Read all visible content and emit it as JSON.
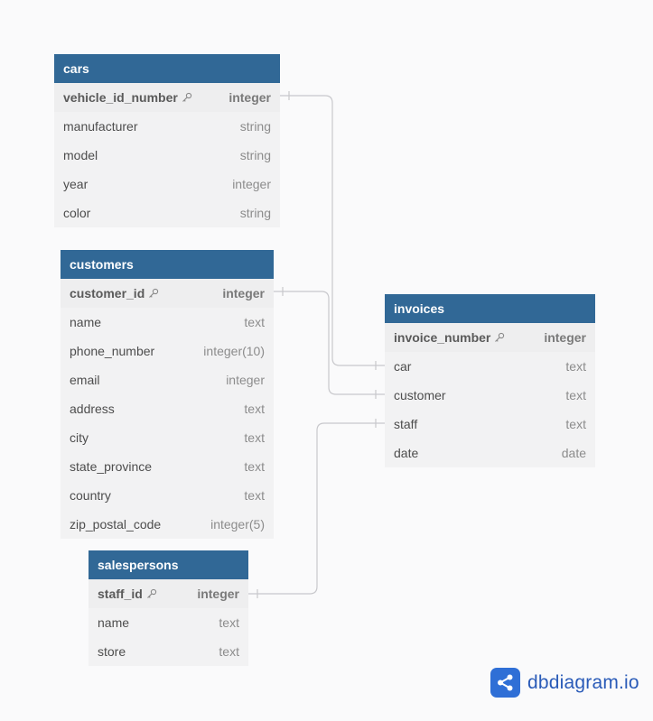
{
  "tables": {
    "cars": {
      "name": "cars",
      "fields": [
        {
          "name": "vehicle_id_number",
          "type": "integer",
          "pk": true
        },
        {
          "name": "manufacturer",
          "type": "string"
        },
        {
          "name": "model",
          "type": "string"
        },
        {
          "name": "year",
          "type": "integer"
        },
        {
          "name": "color",
          "type": "string"
        }
      ]
    },
    "customers": {
      "name": "customers",
      "fields": [
        {
          "name": "customer_id",
          "type": "integer",
          "pk": true
        },
        {
          "name": "name",
          "type": "text"
        },
        {
          "name": "phone_number",
          "type": "integer(10)"
        },
        {
          "name": "email",
          "type": "integer"
        },
        {
          "name": "address",
          "type": "text"
        },
        {
          "name": "city",
          "type": "text"
        },
        {
          "name": "state_province",
          "type": "text"
        },
        {
          "name": "country",
          "type": "text"
        },
        {
          "name": "zip_postal_code",
          "type": "integer(5)"
        }
      ]
    },
    "invoices": {
      "name": "invoices",
      "fields": [
        {
          "name": "invoice_number",
          "type": "integer",
          "pk": true
        },
        {
          "name": "car",
          "type": "text"
        },
        {
          "name": "customer",
          "type": "text"
        },
        {
          "name": "staff",
          "type": "text"
        },
        {
          "name": "date",
          "type": "date"
        }
      ]
    },
    "salespersons": {
      "name": "salespersons",
      "fields": [
        {
          "name": "staff_id",
          "type": "integer",
          "pk": true
        },
        {
          "name": "name",
          "type": "text"
        },
        {
          "name": "store",
          "type": "text"
        }
      ]
    }
  },
  "relations": [
    {
      "from": "cars.vehicle_id_number",
      "to": "invoices.car"
    },
    {
      "from": "customers.customer_id",
      "to": "invoices.customer"
    },
    {
      "from": "salespersons.staff_id",
      "to": "invoices.staff"
    }
  ],
  "brand": {
    "text": "dbdiagram.io",
    "icon": "share-nodes-icon"
  },
  "colors": {
    "header": "#316896",
    "table_bg": "#f2f2f3",
    "connector": "#c8c8cc",
    "brand": "#2f6fd6"
  }
}
